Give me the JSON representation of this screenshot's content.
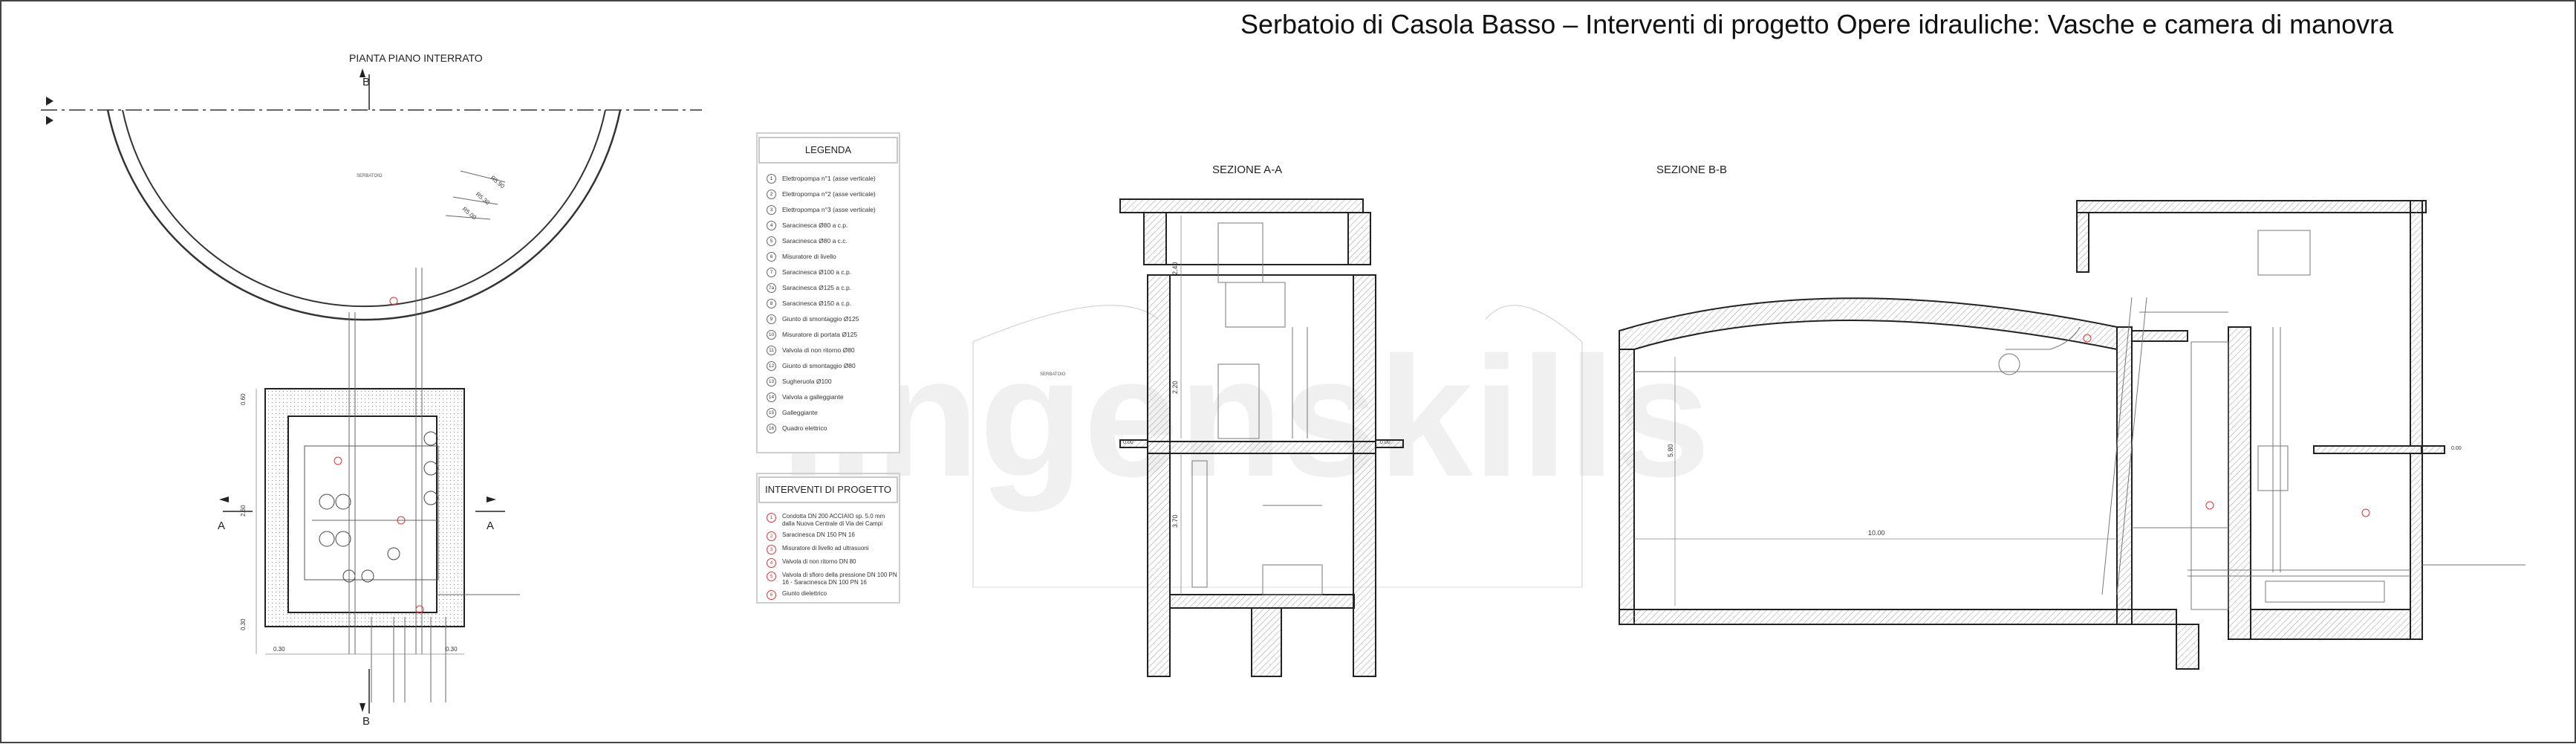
{
  "title": "Serbatoio di Casola Basso – Interventi di progetto Opere idrauliche: Vasche e camera di manovra",
  "plan": {
    "title": "PIANTA PIANO INTERRATO",
    "section_marks": {
      "a": "A",
      "b": "B"
    },
    "tank_label": "SERBATOIO",
    "dims": {
      "left_top": "0.60",
      "left_mid": "2.60",
      "left_bottom": "0.30",
      "bottom_left": "0.30",
      "bottom_right": "0.30",
      "radius_1": "R5.90",
      "radius_2": "R5.30",
      "radius_3": "R5.00"
    }
  },
  "legend": {
    "title": "LEGENDA",
    "items": [
      {
        "num": "1",
        "label": "Elettropompa n°1 (asse verticale)"
      },
      {
        "num": "2",
        "label": "Elettropompa n°2 (asse verticale)"
      },
      {
        "num": "3",
        "label": "Elettropompa n°3 (asse verticale)"
      },
      {
        "num": "4",
        "label": "Saracinesca Ø80 a c.p."
      },
      {
        "num": "5",
        "label": "Saracinesca Ø80 a c.c."
      },
      {
        "num": "6",
        "label": "Misuratore di livello"
      },
      {
        "num": "7",
        "label": "Saracinesca Ø100 a c.p."
      },
      {
        "num": "7a",
        "label": "Saracinesca Ø125 a c.p."
      },
      {
        "num": "8",
        "label": "Saracinesca Ø150 a c.p."
      },
      {
        "num": "9",
        "label": "Giunto di smontaggio Ø125"
      },
      {
        "num": "10",
        "label": "Misuratore di portata Ø125"
      },
      {
        "num": "11",
        "label": "Valvola di non ritorno Ø80"
      },
      {
        "num": "12",
        "label": "Giunto di smontaggio Ø80"
      },
      {
        "num": "13",
        "label": "Sugheruola Ø100"
      },
      {
        "num": "14",
        "label": "Valvola a galleggiante"
      },
      {
        "num": "15",
        "label": "Galleggiante"
      },
      {
        "num": "16",
        "label": "Quadro elettrico"
      }
    ]
  },
  "interventi": {
    "title": "INTERVENTI DI PROGETTO",
    "items": [
      {
        "num": "1",
        "label": "Condotta DN 200 ACCIAIO sp. 5.0 mm dalla Nuova Centrale di Via dei Campi"
      },
      {
        "num": "2",
        "label": "Saracinesca DN 150 PN 16"
      },
      {
        "num": "3",
        "label": "Misuratore di livello ad ultrasuoni"
      },
      {
        "num": "4",
        "label": "Valvola di non ritorno DN 80"
      },
      {
        "num": "5",
        "label": "Valvola di sfioro della pressione DN 100 PN 16 - Saracinesca DN 100 PN 16"
      },
      {
        "num": "6",
        "label": "Giunto dielettrico"
      }
    ]
  },
  "section_aa": {
    "title": "SEZIONE A-A",
    "tank_label": "SERBATOIO",
    "dims": {
      "top": "2.40",
      "mid": "2.20",
      "low": "3.70"
    },
    "levels": {
      "left": "0.00",
      "right": "0.00"
    }
  },
  "section_bb": {
    "title": "SEZIONE B-B",
    "dims": {
      "height": "5.80",
      "width": "10.00"
    },
    "levels": {
      "right": "0.00"
    }
  },
  "watermark": "lingenskills"
}
